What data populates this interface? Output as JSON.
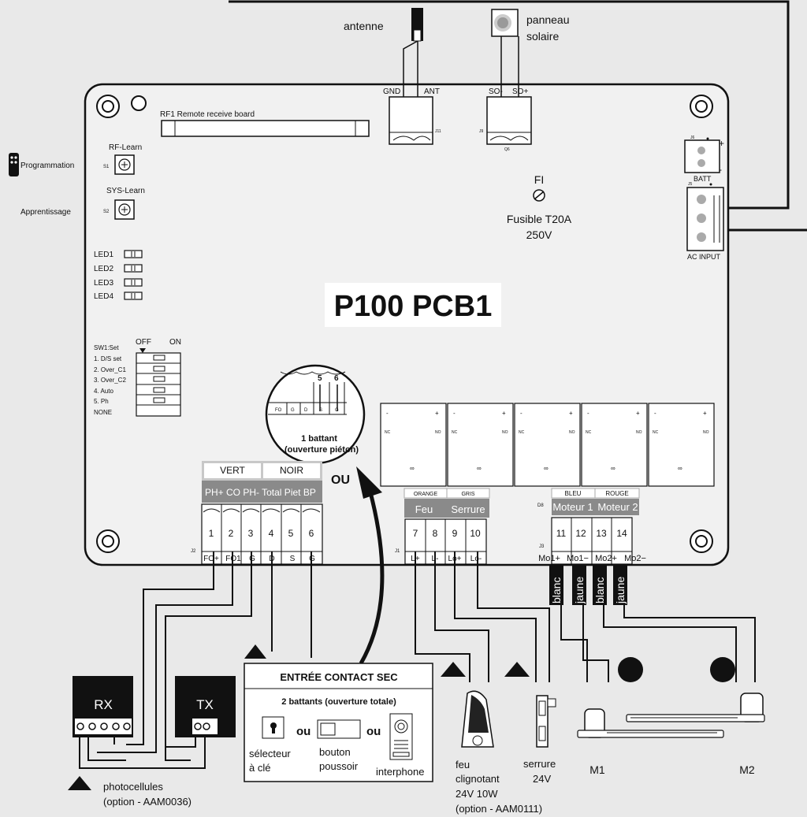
{
  "external": {
    "antenne": "antenne",
    "panneau": "panneau",
    "solaire": "solaire"
  },
  "board": {
    "title": "P100 PCB1",
    "rf1_label": "RF1  Remote receive board",
    "programmation": "Programmation",
    "apprentissage": "Apprentissage",
    "rf_learn": "RF-Learn",
    "sys_learn": "SYS-Learn",
    "s1": "S1",
    "s2": "S2",
    "leds": [
      "LED1",
      "LED2",
      "LED3",
      "LED4"
    ],
    "sw_off": "OFF",
    "sw_on": "ON",
    "sw_title": "SW1:Set",
    "sw_items": [
      "1. D/S set",
      "2. Over_C1",
      "3. Over_C2",
      "4. Auto",
      "5. Ph",
      "NONE"
    ],
    "j11_gnd": "GND",
    "j11_ant": "ANT",
    "j11": "J11",
    "j9_so_minus": "SO-",
    "j9_so_plus": "SO+",
    "j9": "J9",
    "q6": "Q6",
    "fuse_id": "FI",
    "fuse_label": "Fusible T20A",
    "fuse_voltage": "250V",
    "j6": "J6",
    "batt_plus": "+",
    "batt_minus": "-",
    "batt_label": "BATT",
    "j5": "J5",
    "ac_input": "AC INPUT"
  },
  "magnifier": {
    "pin5": "5",
    "pin6": "6",
    "fo": "FO",
    "g1": "G",
    "d": "D",
    "s": "S",
    "g2": "G",
    "title": "1 battant",
    "subtitle": "(ouverture piéton)"
  },
  "labels": {
    "ou": "OU"
  },
  "j2": {
    "id": "J2",
    "color_left": "VERT",
    "color_right": "NOIR",
    "func_labels": "PH+ CO  PH- Total Piet  BP",
    "pins": [
      "1",
      "2",
      "3",
      "4",
      "5",
      "6"
    ],
    "pin_names": [
      "FO+",
      "FO1",
      "G",
      "D",
      "S",
      "G"
    ]
  },
  "j1": {
    "id": "J1",
    "color_left": "ORANGE",
    "color_right": "GRIS",
    "func_left": "Feu",
    "func_right": "Serrure",
    "pins": [
      "7",
      "8",
      "9",
      "10"
    ],
    "pin_names": [
      "L+",
      "L-",
      "Lo+",
      "Lo-"
    ]
  },
  "j3": {
    "id": "J3",
    "d8": "D8",
    "color_left": "BLEU",
    "color_right": "ROUGE",
    "func_left": "Moteur 1",
    "func_right": "Moteur 2",
    "pins": [
      "11",
      "12",
      "13",
      "14"
    ],
    "pin_names": [
      "Mo1+",
      "Mo1−",
      "Mo2+",
      "Mo2−"
    ],
    "wires": [
      "blanc",
      "jaune",
      "blanc",
      "jaune"
    ]
  },
  "photocells": {
    "rx": "RX",
    "tx": "TX",
    "label": "photocellules",
    "option": "(option - AAM0036)"
  },
  "contact": {
    "title": "ENTRÉE CONTACT SEC",
    "subtitle": "2 battants (ouverture totale)",
    "ou_1": "ou",
    "ou_2": "ou",
    "selecteur": "sélecteur",
    "a_cle": "à clé",
    "bouton": "bouton",
    "poussoir": "poussoir",
    "interphone": "interphone"
  },
  "light": {
    "line1": "feu",
    "line2": "clignotant",
    "line3": "24V 10W",
    "line4": "(option - AAM0111)"
  },
  "lock": {
    "line1": "serrure",
    "line2": "24V"
  },
  "motors": {
    "m1": "M1",
    "m2": "M2"
  }
}
